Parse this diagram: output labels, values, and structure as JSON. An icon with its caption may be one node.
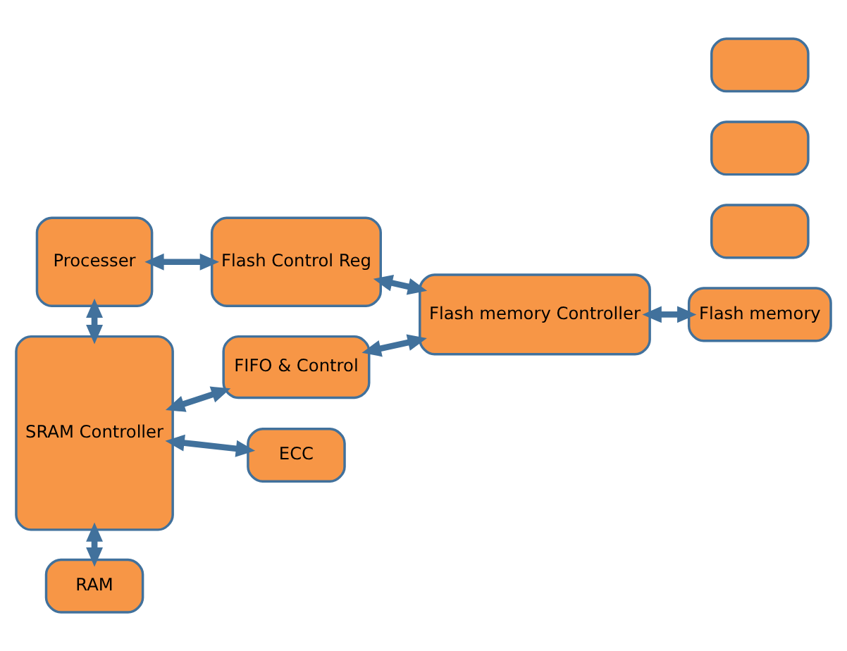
{
  "diagram": {
    "nodes": [
      {
        "text": [
          "Processer"
        ]
      },
      {
        "text": [
          "Flash Control Reg"
        ]
      },
      {
        "text": [
          "SRAM Controller"
        ]
      },
      {
        "text": [
          "FIFO & Control"
        ]
      },
      {
        "text": [
          "Flash memory Controller"
        ]
      },
      {
        "text": [
          "Flash memory"
        ]
      },
      {
        "text": [
          "ECC"
        ]
      },
      {
        "text": [
          "RAM"
        ]
      },
      {
        "text": [],
        "shape": "box"
      },
      {
        "text": [],
        "shape": "box"
      },
      {
        "text": [],
        "shape": "box"
      }
    ],
    "edges": [
      {
        "from": 0,
        "to": 1,
        "arrow": "both"
      },
      {
        "from": 1,
        "to": 4,
        "arrow": "both"
      },
      {
        "from": 0,
        "to": 2,
        "arrow": "both"
      },
      {
        "from": 3,
        "to": 2,
        "arrow": "both"
      },
      {
        "from": 4,
        "to": 3,
        "arrow": "both"
      },
      {
        "from": 5,
        "to": 4,
        "arrow": "both"
      },
      {
        "from": 6,
        "to": 2,
        "arrow": "both"
      },
      {
        "from": 2,
        "to": 7,
        "arrow": "both"
      }
    ]
  }
}
